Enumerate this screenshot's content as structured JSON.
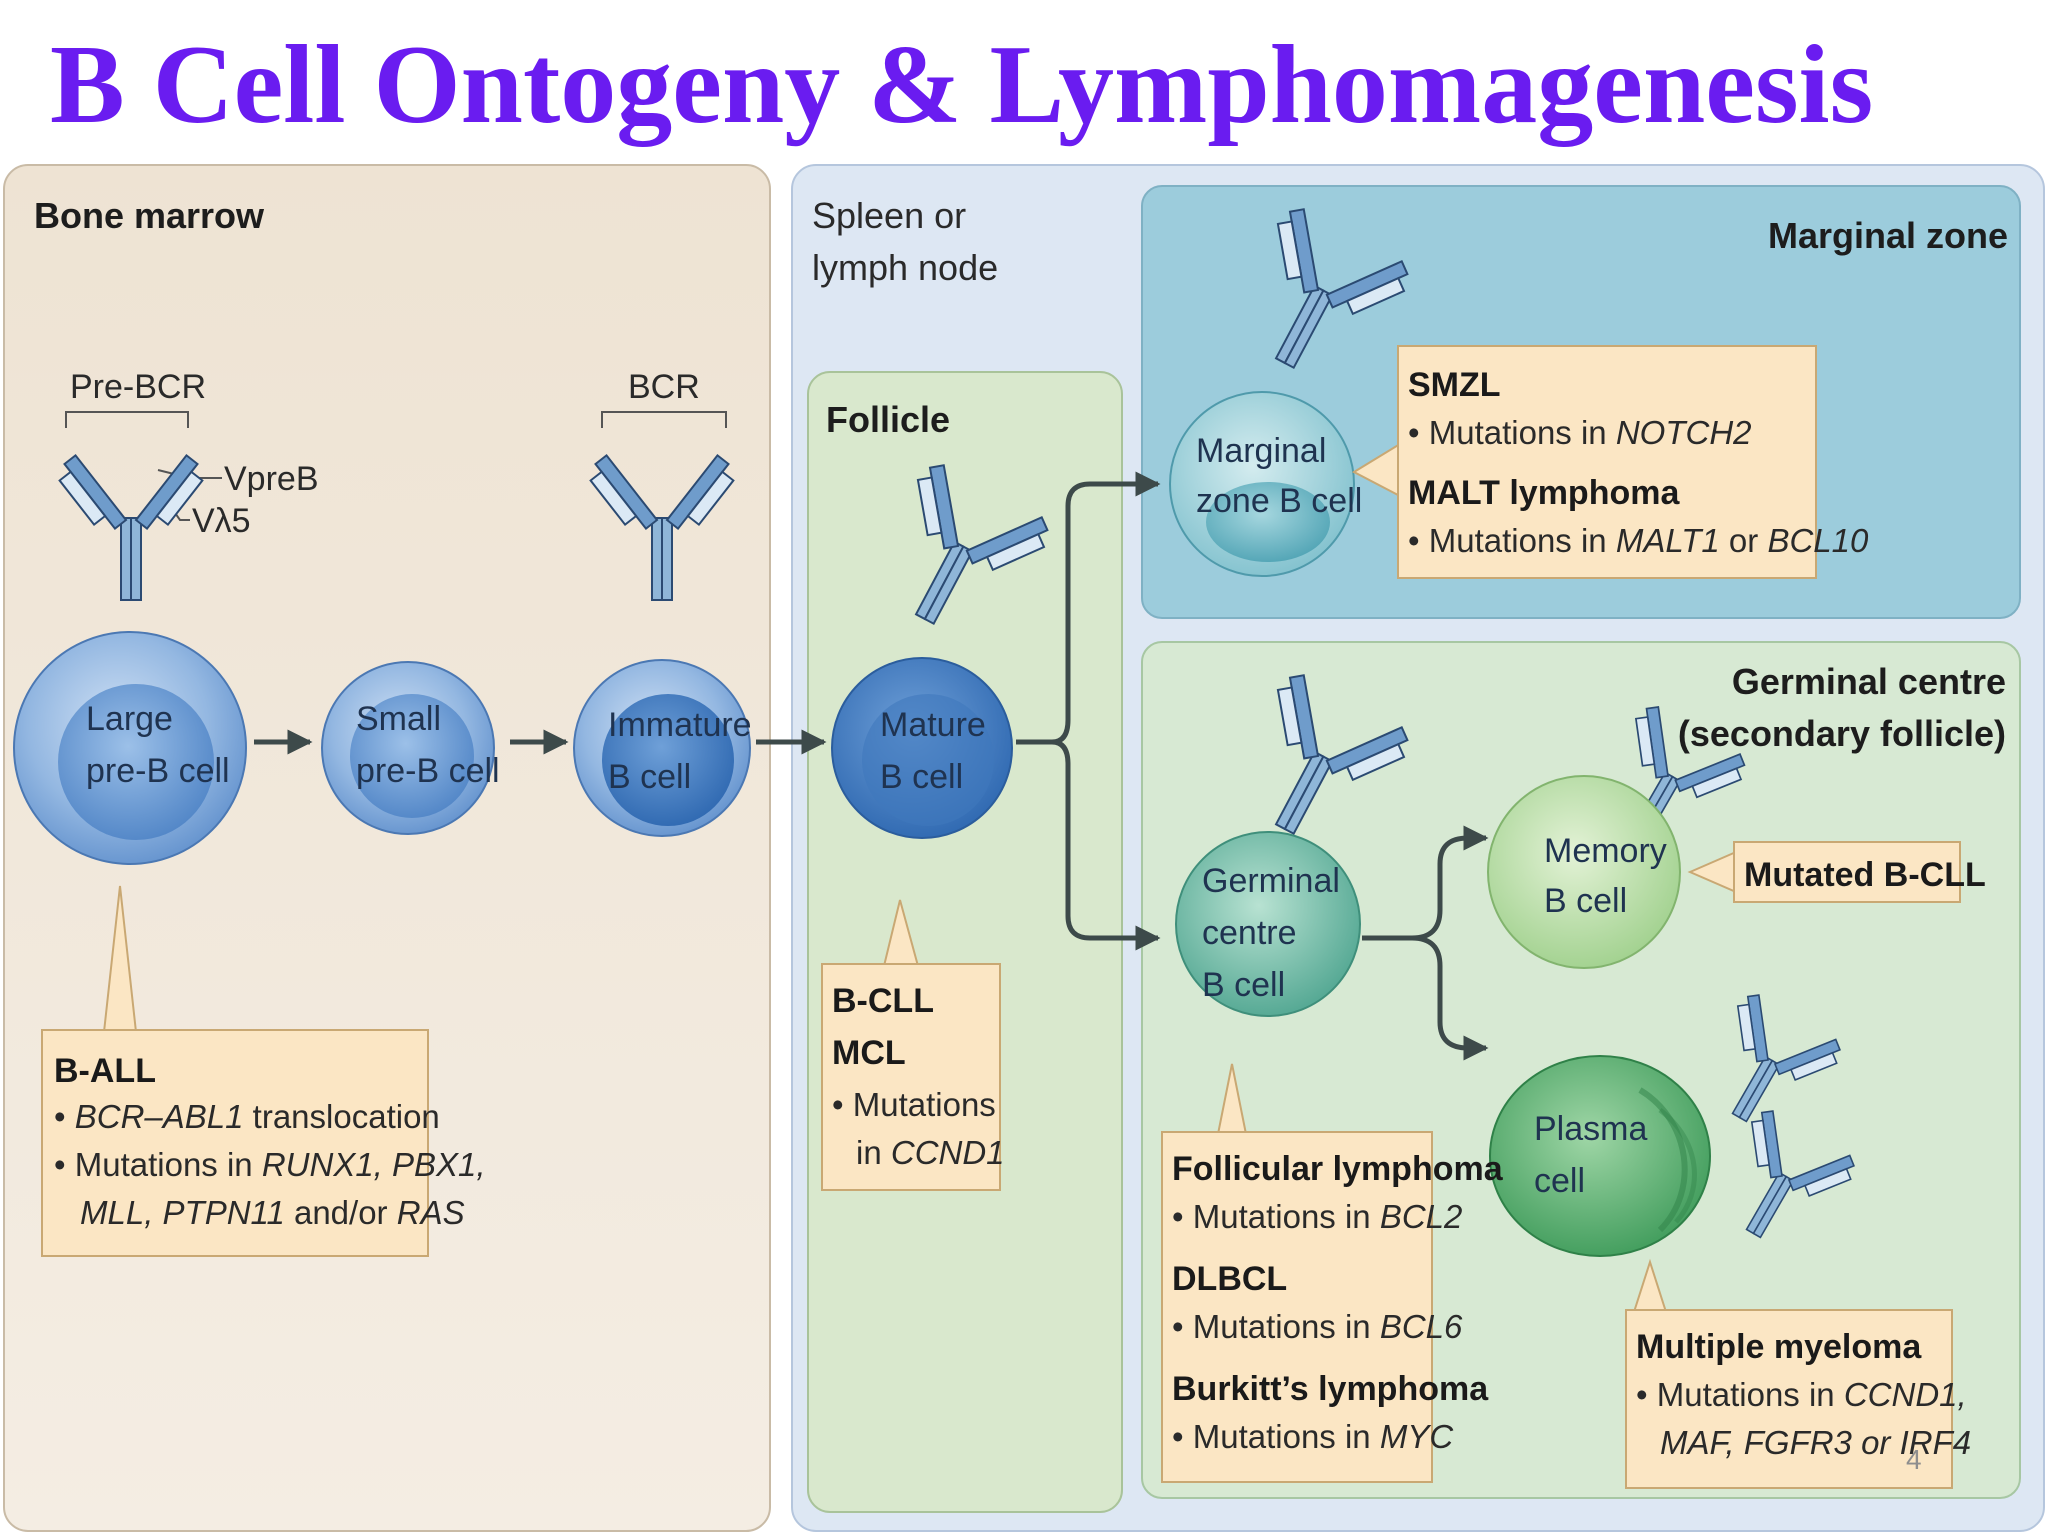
{
  "title": "B Cell Ontogeny & Lymphomagenesis",
  "slide_number": "4",
  "regions": {
    "bone_marrow": "Bone marrow",
    "spleen_1": "Spleen or",
    "spleen_2": "lymph node",
    "follicle": "Follicle",
    "marginal_zone": "Marginal zone",
    "germinal_1": "Germinal centre",
    "germinal_2": "(secondary follicle)"
  },
  "receptors": {
    "pre_bcr": "Pre-BCR",
    "vpreb": "VpreB",
    "vl5": "Vλ5",
    "bcr": "BCR"
  },
  "cells": {
    "large_pre_b_1": "Large",
    "large_pre_b_2": "pre-B cell",
    "small_pre_b_1": "Small",
    "small_pre_b_2": "pre-B cell",
    "immature_1": "Immature",
    "immature_2": "B cell",
    "mature_1": "Mature",
    "mature_2": "B cell",
    "marginal_1": "Marginal",
    "marginal_2": "zone B cell",
    "germinal_1": "Germinal",
    "germinal_2": "centre",
    "germinal_3": "B cell",
    "memory_1": "Memory",
    "memory_2": "B cell",
    "plasma_1": "Plasma",
    "plasma_2": "cell"
  },
  "boxes": {
    "ball": {
      "title": "B-ALL",
      "l1_a": "BCR–ABL1",
      "l1_b": " translocation",
      "l2_a": "Mutations in ",
      "l2_b": "RUNX1, PBX1,",
      "l3_a": "MLL, PTPN11",
      "l3_b": " and/or ",
      "l3_c": "RAS"
    },
    "bcll": {
      "title1": "B-CLL",
      "title2": "MCL",
      "l1": "Mutations",
      "l2_a": "in ",
      "l2_b": "CCND1"
    },
    "smzl": {
      "title1": "SMZL",
      "l1_a": "Mutations in ",
      "l1_b": "NOTCH2",
      "title2": "MALT lymphoma",
      "l2_a": "Mutations in ",
      "l2_b": "MALT1",
      "l2_c": " or ",
      "l2_d": "BCL10"
    },
    "follicular": {
      "title1": "Follicular lymphoma",
      "l1_a": "Mutations in ",
      "l1_b": "BCL2",
      "title2": "DLBCL",
      "l2_a": "Mutations in ",
      "l2_b": "BCL6",
      "title3": "Burkitt’s lymphoma",
      "l3_a": "Mutations in ",
      "l3_b": "MYC"
    },
    "mutated_bcll": {
      "title": "Mutated B-CLL"
    },
    "myeloma": {
      "title": "Multiple myeloma",
      "l1_a": "Mutations in ",
      "l1_b": "CCND1,",
      "l2": "MAF, FGFR3 or IRF4"
    }
  },
  "colors": {
    "title": "#6a1cf0",
    "bone_marrow_bg": "#eee3d3",
    "spleen_bg": "#dde7f3",
    "follicle_bg": "#d9e8cd",
    "marginal_bg": "#9cccdc",
    "germinal_bg": "#d7e9d3",
    "callout_bg": "#fbe6c4",
    "arrow": "#3d4a4a"
  }
}
